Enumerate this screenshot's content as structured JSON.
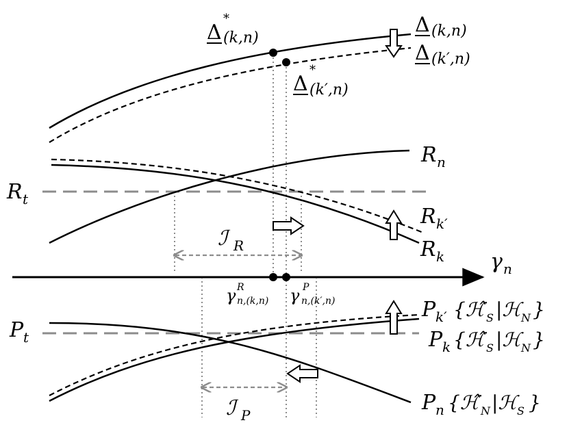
{
  "labels": {
    "delta_star_kn": {
      "base": "Δ",
      "sup": "*",
      "sub": "(k,n)"
    },
    "delta_kn": {
      "base": "Δ",
      "sub": "(k,n)"
    },
    "delta_kpn": {
      "base": "Δ",
      "sub": "(k′,n)"
    },
    "delta_star_kpn": {
      "base": "Δ",
      "sup": "*",
      "sub": "(k′,n)"
    },
    "R_n": {
      "base": "R",
      "sub": "n"
    },
    "R_t": {
      "base": "R",
      "sub": "t"
    },
    "R_kp": {
      "base": "R",
      "sub": "k′"
    },
    "R_k": {
      "base": "R",
      "sub": "k"
    },
    "J_R": {
      "base": "ℐ",
      "sub": "R"
    },
    "gamma_n": {
      "base": "γ",
      "sub": "n"
    },
    "gamma_R": {
      "base": "γ",
      "sup": "R",
      "sub": "n,(k,n)"
    },
    "gamma_P": {
      "base": "γ",
      "sup": "P",
      "sub": "n,(k′,n)"
    },
    "P_t": {
      "base": "P",
      "sub": "t"
    },
    "P_kp": {
      "base": "P",
      "sub": "k′",
      "tail": "{ℋ̂",
      "tail_sub": "S",
      "tail2": "|ℋ",
      "tail2_sub": "N",
      "tail3": "}"
    },
    "P_k": {
      "base": "P",
      "sub": "k",
      "tail": "{ℋ̂",
      "tail_sub": "S",
      "tail2": "|ℋ",
      "tail2_sub": "N",
      "tail3": "}"
    },
    "P_n": {
      "base": "P",
      "sub": "n",
      "tail": "{ℋ̂",
      "tail_sub": "N",
      "tail2": "|ℋ",
      "tail2_sub": "S",
      "tail3": "}"
    },
    "J_P": {
      "base": "ℐ",
      "sub": "P"
    }
  },
  "colors": {
    "curve": "#000000",
    "threshold": "#8c8c8c",
    "interval": "#8c8c8c",
    "guide": "#8c8c8c"
  }
}
